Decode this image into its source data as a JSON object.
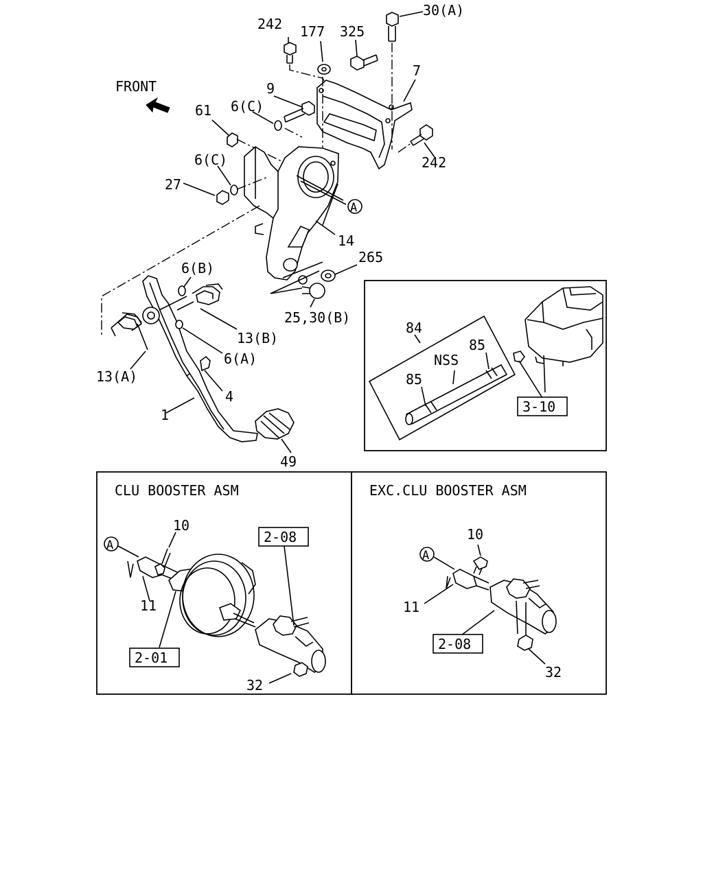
{
  "front_label": "FRONT",
  "callouts": {
    "c242_top": "242",
    "c177": "177",
    "c325": "325",
    "c30a": "30(A)",
    "c7": "7",
    "c9": "9",
    "c6c_top": "6(C)",
    "c61": "61",
    "c242_right": "242",
    "c6c_left": "6(C)",
    "c27": "27",
    "cA_main": "A",
    "c14": "14",
    "c265": "265",
    "c6b": "6(B)",
    "c25_30b": "25,30(B)",
    "c13b": "13(B)",
    "c6a": "6(A)",
    "c13a": "13(A)",
    "c4": "4",
    "c1": "1",
    "c49": "49"
  },
  "inset": {
    "c84": "84",
    "c85_top": "85",
    "nss": "NSS",
    "c85_bottom": "85",
    "ref_3_10": "3-10"
  },
  "clu_booster": {
    "title": "CLU BOOSTER ASM",
    "cA": "A",
    "c10": "10",
    "ref_2_08": "2-08",
    "c11": "11",
    "ref_2_01": "2-01",
    "c32": "32"
  },
  "exc_clu_booster": {
    "title": "EXC.CLU BOOSTER ASM",
    "c10": "10",
    "cA": "A",
    "c11": "11",
    "ref_2_08": "2-08",
    "c32": "32"
  }
}
